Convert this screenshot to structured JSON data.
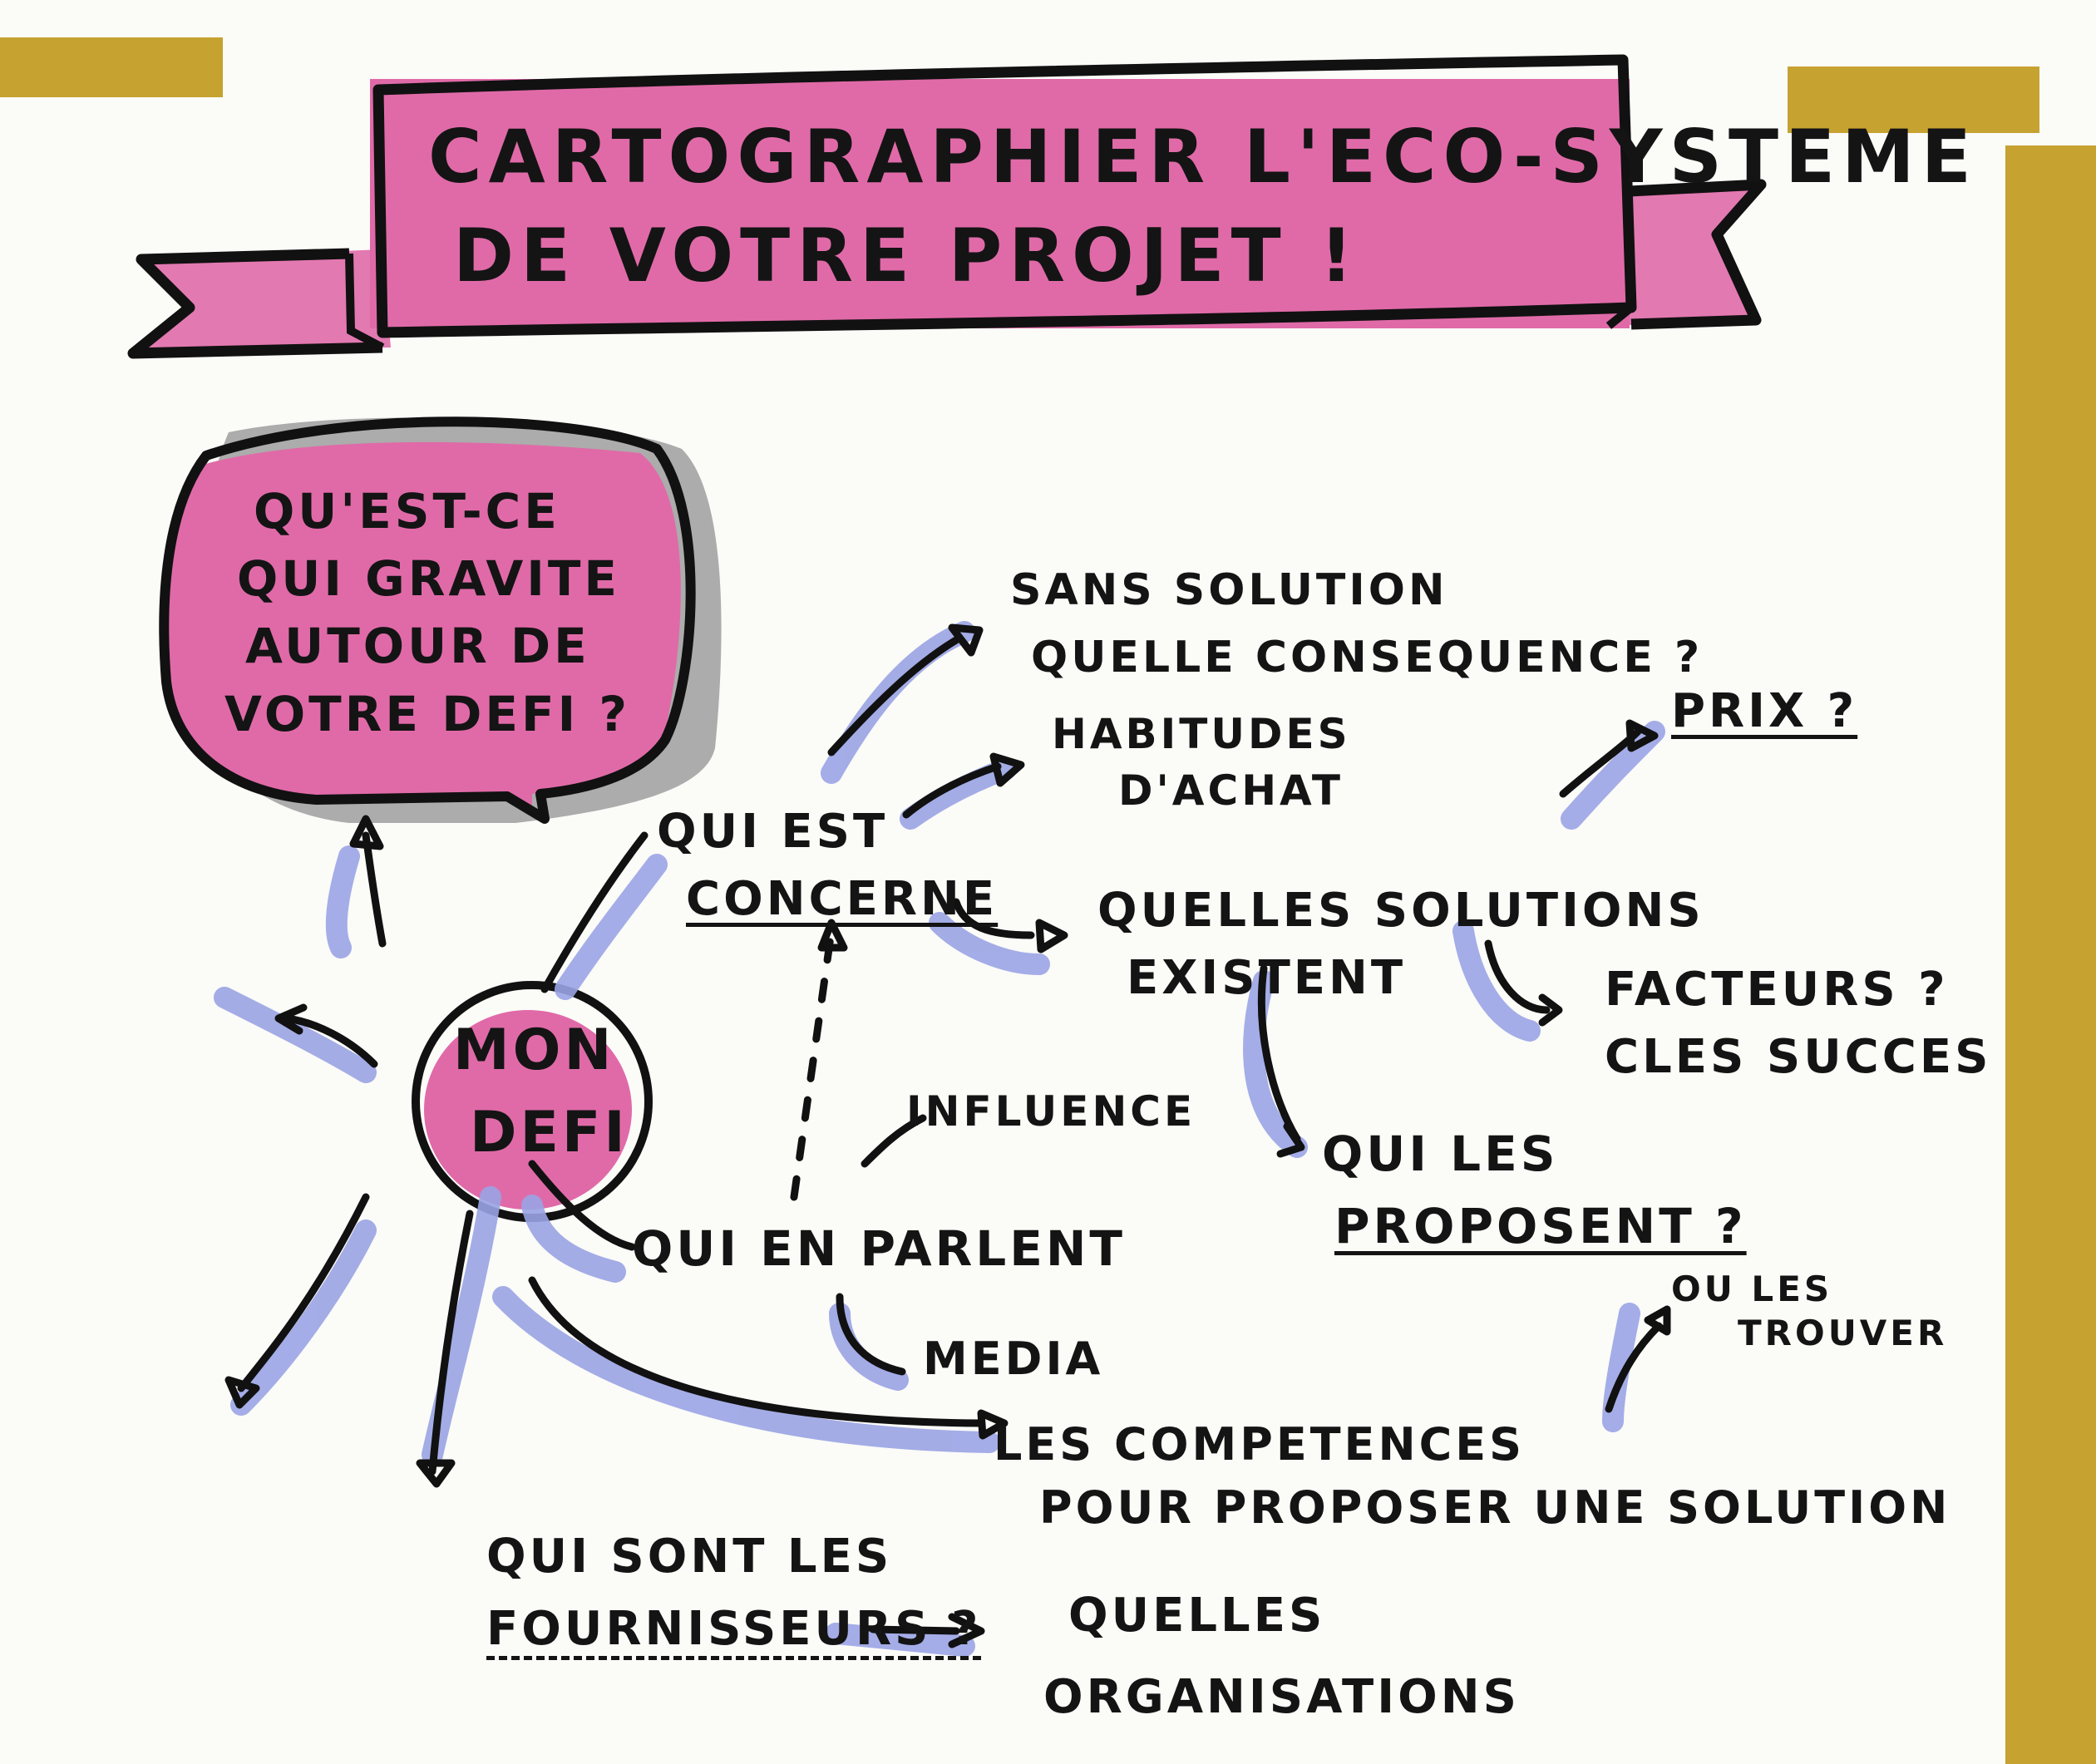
{
  "colors": {
    "gold": "#c6a230",
    "pink": "#e06aa8",
    "lavender": "#9aa4e4",
    "gray_shadow": "#9c9e9e",
    "ink": "#141414",
    "paper": "#fbfbf8"
  },
  "banner": {
    "line1": "CARTOGRAPHIER L'ECO-SYSTEME",
    "line2": "DE VOTRE PROJET !"
  },
  "bubble": {
    "lines": [
      "QU'EST-CE",
      "QUI GRAVITE",
      "AUTOUR DE",
      "VOTRE DEFI ?"
    ]
  },
  "center": {
    "line1": "MON",
    "line2": "DEFI"
  },
  "nodes": {
    "sans_solution": [
      "SANS SOLUTION",
      "QUELLE CONSEQUENCE ?"
    ],
    "habitudes": [
      "HABITUDES",
      "D'ACHAT"
    ],
    "prix": "PRIX ?",
    "qui_est": [
      "QUI EST",
      "CONCERNE"
    ],
    "quelles_solutions": [
      "QUELLES SOLUTIONS",
      "EXISTENT"
    ],
    "facteurs": [
      "FACTEURS ?",
      "CLES SUCCES"
    ],
    "qui_les": [
      "QUI LES",
      "PROPOSENT ?"
    ],
    "influence": "INFLUENCE",
    "qui_en_parlent": "QUI EN PARLENT",
    "media": "MEDIA",
    "ou_les": [
      "OU LES",
      "TROUVER"
    ],
    "competences": [
      "LES COMPETENCES",
      "POUR PROPOSER UNE SOLUTION"
    ],
    "fournisseurs": [
      "QUI SONT LES",
      "FOURNISSEURS ?"
    ],
    "organisations": [
      "QUELLES",
      "ORGANISATIONS"
    ]
  }
}
